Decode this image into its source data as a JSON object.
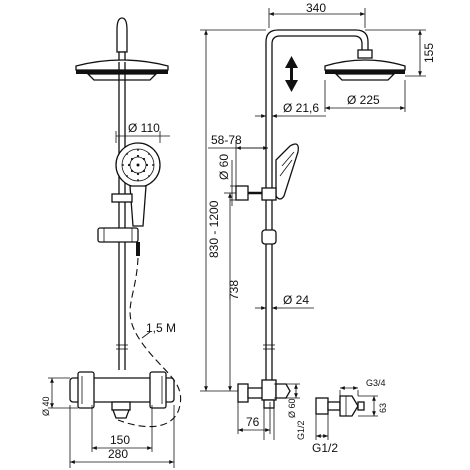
{
  "drawing": {
    "front_view": {
      "head_diameter": "Ø 110",
      "hose_length": "1,5 M",
      "connection_diameter": "Ø 40",
      "spacing": "150",
      "total_width": "280"
    },
    "side_view": {
      "arm_length": "340",
      "head_height": "155",
      "pipe_diameter_top": "Ø 21,6",
      "head_diameter": "Ø 225",
      "bracket_range": "58-78",
      "bracket_diameter": "Ø 60",
      "adjust_height": "830 - 1200",
      "lower_length": "738",
      "pipe_diameter": "Ø 24",
      "escutcheon_diameter": "Ø 60",
      "depth": "76",
      "thread_small": "G1/2"
    },
    "detail": {
      "thread_top": "G3/4",
      "height": "63",
      "thread_bottom": "G1/2"
    }
  }
}
